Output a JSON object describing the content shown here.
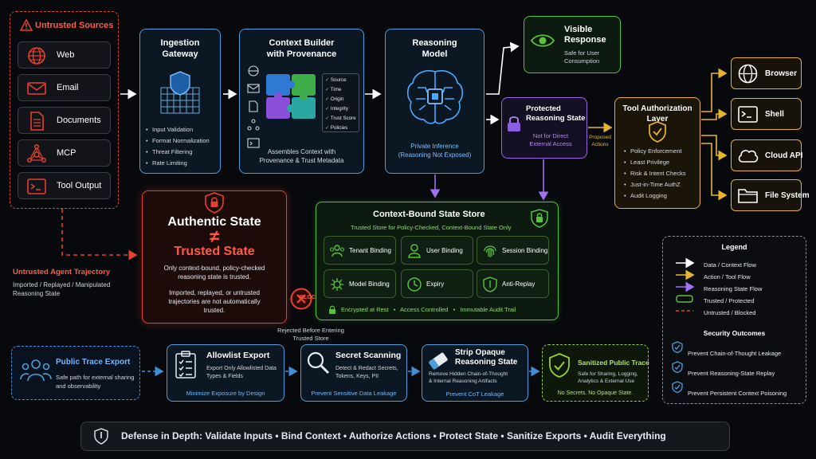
{
  "untrusted_sources": {
    "title": "Untrusted Sources",
    "items": [
      "Web",
      "Email",
      "Documents",
      "MCP",
      "Tool Output"
    ]
  },
  "ingestion": {
    "title_l1": "Ingestion",
    "title_l2": "Gateway",
    "bullets": [
      "Input Validation",
      "Format Normalization",
      "Threat Filtering",
      "Rate Limiting"
    ]
  },
  "context_builder": {
    "title_l1": "Context Builder",
    "title_l2": "with Provenance",
    "checks": [
      "Source",
      "Time",
      "Origin",
      "Integrity",
      "Trust Score",
      "Policies"
    ],
    "caption_l1": "Assembles Context with",
    "caption_l2": "Provenance & Trust Metadata"
  },
  "reasoning_model": {
    "title_l1": "Reasoning",
    "title_l2": "Model",
    "caption_l1": "Private Inference",
    "caption_l2": "(Reasoning Not Exposed)"
  },
  "visible_response": {
    "title_l1": "Visible",
    "title_l2": "Response",
    "sub_l1": "Safe for User",
    "sub_l2": "Consumption"
  },
  "protected_state": {
    "title_l1": "Protected",
    "title_l2": "Reasoning State",
    "sub_l1": "Not for Direct",
    "sub_l2": "External Access"
  },
  "proposed_actions": {
    "l1": "Proposed",
    "l2": "Actions"
  },
  "tool_auth": {
    "title_l1": "Tool Authorization",
    "title_l2": "Layer",
    "bullets": [
      "Policy Enforcement",
      "Least Privilege",
      "Risk & Intent Checks",
      "Just-in-Time AuthZ",
      "Audit Logging"
    ]
  },
  "tools": [
    "Browser",
    "Shell",
    "Cloud API",
    "File System"
  ],
  "authentic": {
    "l1": "Authentic State",
    "neq": "≠",
    "l2": "Trusted State",
    "p1_l1": "Only context-bound, policy-checked",
    "p1_l2": "reasoning state is trusted.",
    "p2_l1": "Imported, replayed, or untrusted",
    "p2_l2": "trajectories are not automatically",
    "p2_l3": "trusted."
  },
  "untrusted_traj": {
    "title": "Untrusted Agent Trajectory",
    "l1": "Imported / Replayed / Manipulated",
    "l2": "Reasoning State"
  },
  "blocked": {
    "label": "BLOCKED",
    "caption_l1": "Rejected Before Entering",
    "caption_l2": "Trusted Store"
  },
  "state_store": {
    "title": "Context-Bound State Store",
    "subtitle": "Trusted Store for Policy-Checked, Context-Bound State Only",
    "tiles": [
      "Tenant Binding",
      "User Binding",
      "Session Binding",
      "Model Binding",
      "Expiry",
      "Anti-Replay"
    ],
    "footer": [
      "Encrypted at Rest",
      "Access Controlled",
      "Immutable Audit Trail"
    ]
  },
  "legend": {
    "title": "Legend",
    "items": [
      "Data / Context Flow",
      "Action / Tool Flow",
      "Reasoning State Flow",
      "Trusted / Protected",
      "Untrusted / Blocked"
    ],
    "colors": [
      "#ffffff",
      "#e7b52d",
      "#a070f0",
      "#58c23e",
      "#e5412e"
    ]
  },
  "outcomes": {
    "title": "Security Outcomes",
    "items": [
      "Prevent Chain-of-Thought Leakage",
      "Prevent Reasoning-State Replay",
      "Prevent Persistent Context Poisoning"
    ]
  },
  "public_trace": {
    "title": "Public Trace Export",
    "l1": "Safe path for external sharing",
    "l2": "and observability"
  },
  "allowlist": {
    "title": "Allowlist Export",
    "l1": "Export Only Allowlisted Data",
    "l2": "Types & Fields",
    "footer": "Minimize Exposure by Design"
  },
  "secret_scan": {
    "title": "Secret Scanning",
    "l1": "Detect & Redact Secrets,",
    "l2": "Tokens, Keys, PII",
    "footer": "Prevent Sensitive Data Leakage"
  },
  "strip": {
    "title_l1": "Strip Opaque",
    "title_l2": "Reasoning State",
    "l1": "Remove Hidden Chain-of-Thought",
    "l2": "& Internal Reasoning Artifacts",
    "footer": "Prevent CoT Leakage"
  },
  "sanitized": {
    "title": "Sanitized Public Trace",
    "l1": "Safe for Sharing, Logging,",
    "l2": "Analytics & External Use",
    "footer": "No Secrets. No Opaque State."
  },
  "banner": "Defense in Depth: Validate Inputs • Bind Context • Authorize Actions • Protect State • Sanitize Exports • Audit Everything"
}
